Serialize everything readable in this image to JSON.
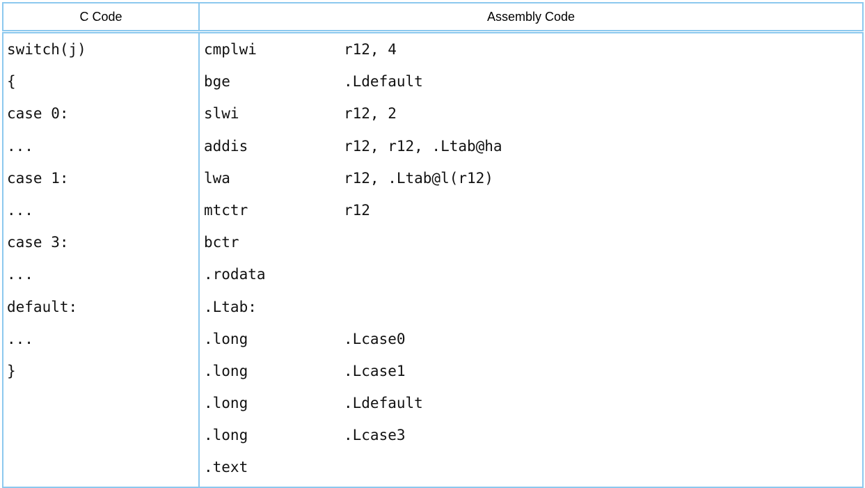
{
  "table": {
    "headers": {
      "c_code": "C Code",
      "assembly_code": "Assembly Code"
    },
    "c_lines": [
      "switch(j)",
      "{",
      "case 0:",
      "...",
      "case 1:",
      "...",
      "case 3:",
      "...",
      "default:",
      "...",
      "}"
    ],
    "asm_lines": [
      {
        "op": "cmplwi",
        "args": "r12, 4"
      },
      {
        "op": "bge",
        "args": ".Ldefault"
      },
      {
        "op": "slwi",
        "args": "r12, 2"
      },
      {
        "op": "addis",
        "args": "r12, r12, .Ltab@ha"
      },
      {
        "op": "lwa",
        "args": "r12, .Ltab@l(r12)"
      },
      {
        "op": "mtctr",
        "args": "r12"
      },
      {
        "op": "bctr",
        "args": ""
      },
      {
        "op": ".rodata",
        "args": ""
      },
      {
        "op": ".Ltab:",
        "args": ""
      },
      {
        "op": ".long",
        "args": ".Lcase0"
      },
      {
        "op": ".long",
        "args": ".Lcase1"
      },
      {
        "op": ".long",
        "args": ".Ldefault"
      },
      {
        "op": ".long",
        "args": ".Lcase3"
      },
      {
        "op": ".text",
        "args": ""
      }
    ]
  },
  "colors": {
    "border": "#8cc8ee",
    "text": "#111111"
  }
}
